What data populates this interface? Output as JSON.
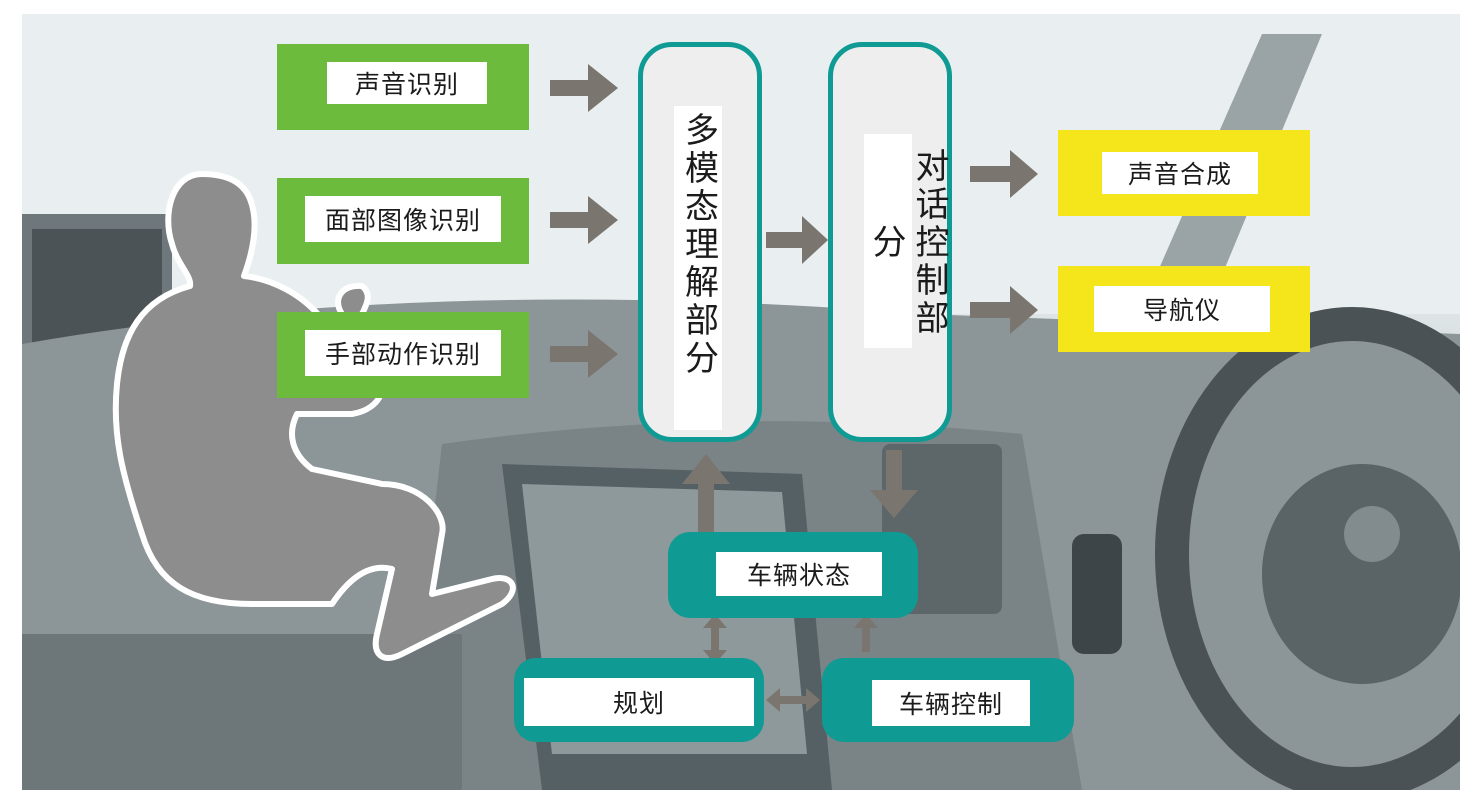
{
  "inputs": [
    "声音识别",
    "面部图像识别",
    "手部动作识别"
  ],
  "multimodal": "多模态理解部分",
  "dialogue": "对话控制部分",
  "outputs": [
    "声音合成",
    "导航仪"
  ],
  "vehicle_state": "车辆状态",
  "planning": "规划",
  "vehicle_control": "车辆控制",
  "colors": {
    "input_green": "#6cbb3c",
    "output_yellow": "#f4e61a",
    "teal": "#0f9b94",
    "arrow_gray": "#7a766f"
  }
}
